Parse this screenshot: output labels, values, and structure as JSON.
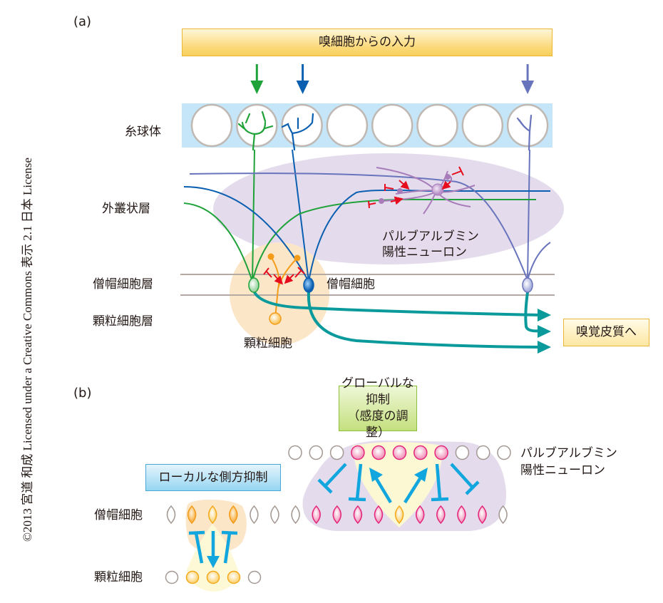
{
  "copyright": "©2013 宮道 和成 Licensed under a Creative Commons 表示 2.1 日本 License",
  "panel_a": {
    "label": "(a)",
    "input_box": "嗅細胞からの入力",
    "layers": {
      "glomerulus": "糸球体",
      "external_plexiform": "外叢状層",
      "mitral_cell_layer": "僧帽細胞層",
      "granule_cell_layer": "顆粒細胞層"
    },
    "glomeruli_count": 8,
    "input_arrows": [
      {
        "glomerulus_index": 1,
        "color": "#1fa23a"
      },
      {
        "glomerulus_index": 2,
        "color": "#0b5fb0"
      },
      {
        "glomerulus_index": 7,
        "color": "#6874bb"
      }
    ],
    "pv_neuron_label_line1": "パルブアルブミン",
    "pv_neuron_label_line2": "陽性ニューロン",
    "mitral_cell_label": "僧帽細胞",
    "granule_cell_label": "顆粒細胞",
    "output_box": "嗅覚皮質へ"
  },
  "panel_b": {
    "label": "(b)",
    "global_box_line1": "グローバルな抑制",
    "global_box_line2": "（感度の調整）",
    "local_box": "ローカルな側方抑制",
    "pv_label_line1": "パルブアルブミン",
    "pv_label_line2": "陽性ニューロン",
    "mitral_label": "僧帽細胞",
    "granule_label": "顆粒細胞",
    "pv_row": [
      "off",
      "off",
      "off",
      "on",
      "on",
      "on",
      "on",
      "on",
      "off",
      "off",
      "off"
    ],
    "mitral_row": [
      "off",
      "orange",
      "yellow",
      "orange",
      "off",
      "off",
      "off",
      "pink",
      "pink",
      "pink",
      "pink",
      "yellow",
      "pink",
      "pink",
      "pink",
      "pink",
      "off"
    ],
    "granule_row": [
      "off",
      "yellow",
      "yellow",
      "yellow",
      "off"
    ]
  },
  "colors": {
    "green": "#1fa23a",
    "blue": "#0b5fb0",
    "slate": "#6874bb",
    "teal": "#0a9a9c",
    "orange": "#f39c1a",
    "red": "#e60e1e",
    "purple": "#a77cb9",
    "cyan": "#11a6dd",
    "pink": "#e5267c"
  }
}
